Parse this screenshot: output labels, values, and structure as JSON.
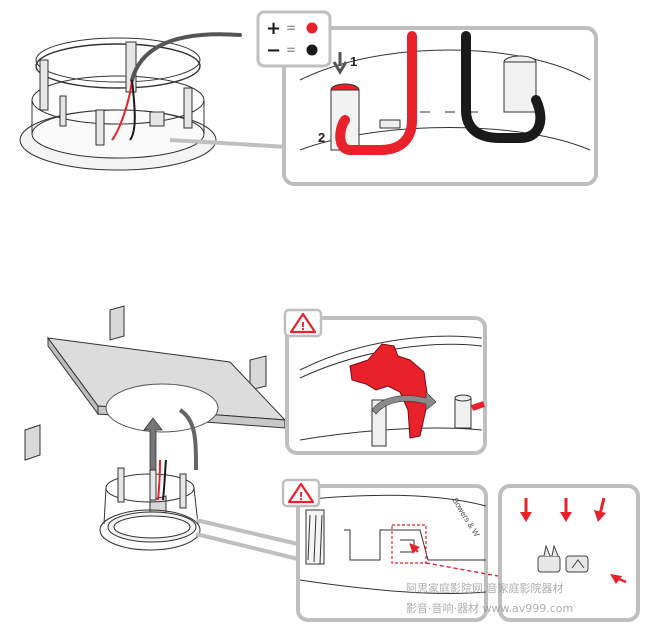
{
  "legend": {
    "plus_symbol": "+",
    "minus_symbol": "−",
    "equals_symbol": "=",
    "plus_color": "#e8212b",
    "minus_color": "#1a1a1a"
  },
  "callouts": {
    "step_1": "1",
    "step_2": "2"
  },
  "warnings": {
    "icon": "warning-triangle-icon",
    "symbol": "!"
  },
  "branding": {
    "product_text": "Bowers & W"
  },
  "watermark": {
    "line1": "阿思家庭影院网 音家庭影院器材",
    "line2": "影音·音响·器材  www.av999.com"
  },
  "colors": {
    "accent_red": "#e8212b",
    "frame_gray": "#bfbfbf",
    "wire_black": "#1a1a1a",
    "line_gray": "#555555"
  }
}
